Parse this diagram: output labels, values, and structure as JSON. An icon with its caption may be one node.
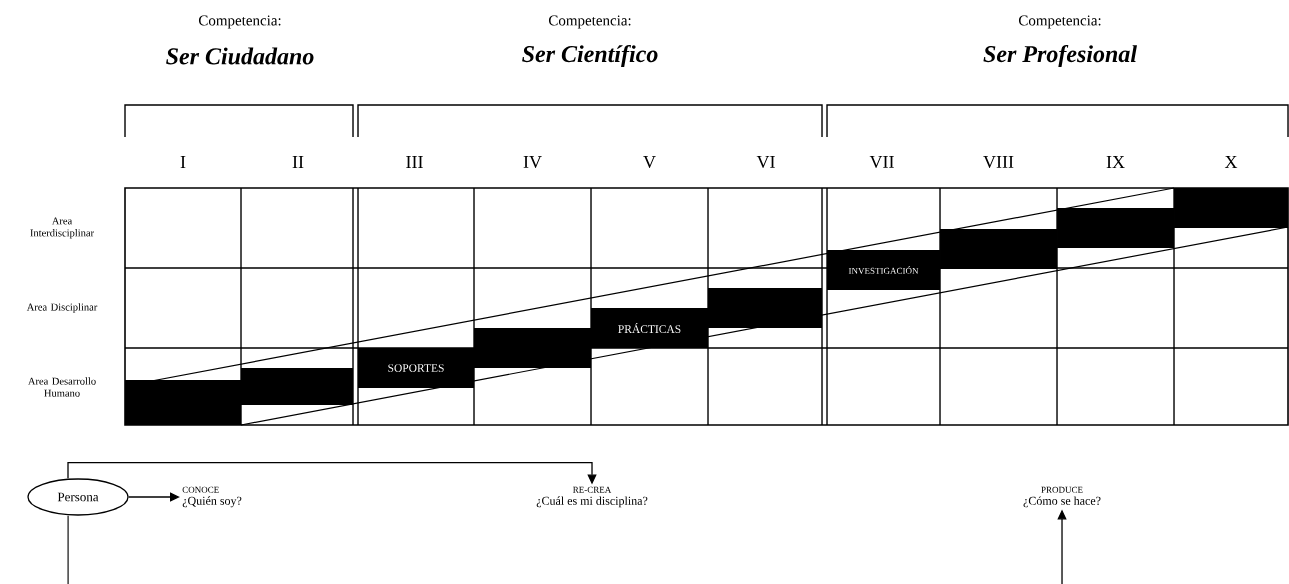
{
  "diagram": {
    "nodes": [
      {
        "text": [],
        "shape": "bar"
      },
      {
        "text": [],
        "shape": "bar"
      },
      {
        "text": [
          "SOPORTES"
        ]
      },
      {
        "text": [],
        "shape": "bar"
      },
      {
        "text": [
          "PRÁCTICAS"
        ]
      },
      {
        "text": [],
        "shape": "bar"
      },
      {
        "text": [
          "INVESTIGACIÓN"
        ]
      },
      {
        "text": [],
        "shape": "bar"
      },
      {
        "text": [],
        "shape": "bar"
      },
      {
        "text": [],
        "shape": "bar"
      },
      {
        "text": [
          "Persona"
        ]
      },
      {
        "text": [
          "CONOCE",
          "¿Quién soy?"
        ]
      },
      {
        "text": [
          "RE-CREA",
          "¿Cuál es mi disciplina?"
        ]
      },
      {
        "text": [
          "PRODUCE",
          "¿Cómo se hace?"
        ]
      }
    ],
    "edges": [
      {
        "from": 10,
        "to": 11,
        "arrow": "to"
      },
      {
        "from": 10,
        "to": 12,
        "arrow": "to"
      },
      {
        "from": 10,
        "to": null,
        "arrow": "none"
      },
      {
        "from": null,
        "to": 13,
        "arrow": "to"
      }
    ],
    "labels": [
      "Competencia:",
      "Competencia:",
      "Competencia:",
      "Ser Ciudadano",
      "Ser Científico",
      "Ser Profesional",
      "I",
      "II",
      "III",
      "IV",
      "V",
      "VI",
      "VII",
      "VIII",
      "IX",
      "X",
      "Area Interdisciplinar",
      "Area Disciplinar",
      "Area Desarrollo Humano"
    ]
  }
}
